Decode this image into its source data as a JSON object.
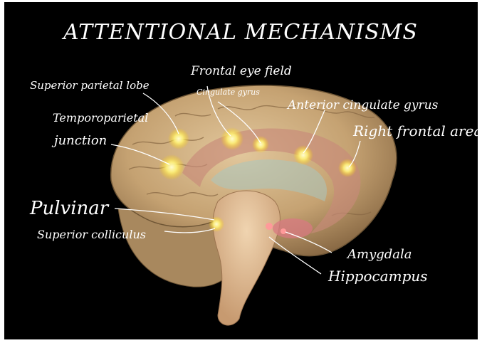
{
  "title": "ATTENTIONAL MECHANISMS",
  "labels": {
    "superior_parietal_lobe": "Superior parietal lobe",
    "frontal_eye_field": "Frontal eye field",
    "cingulate_gyrus": "Cingulate gyrus",
    "temporoparietal_line1": "Temporoparietal",
    "temporoparietal_line2": "junction",
    "anterior_cingulate_gyrus": "Anterior cingulate gyrus",
    "right_frontal_area": "Right frontal area",
    "pulvinar": "Pulvinar",
    "superior_colliculus": "Superior colliculus",
    "amygdala": "Amygdala",
    "hippocampus": "Hippocampus"
  },
  "colors": {
    "background": "#000000",
    "text": "#ffffff",
    "brain": "#c9a878",
    "cingulate": "#c78a7a",
    "hotspot": "#fff27a"
  }
}
